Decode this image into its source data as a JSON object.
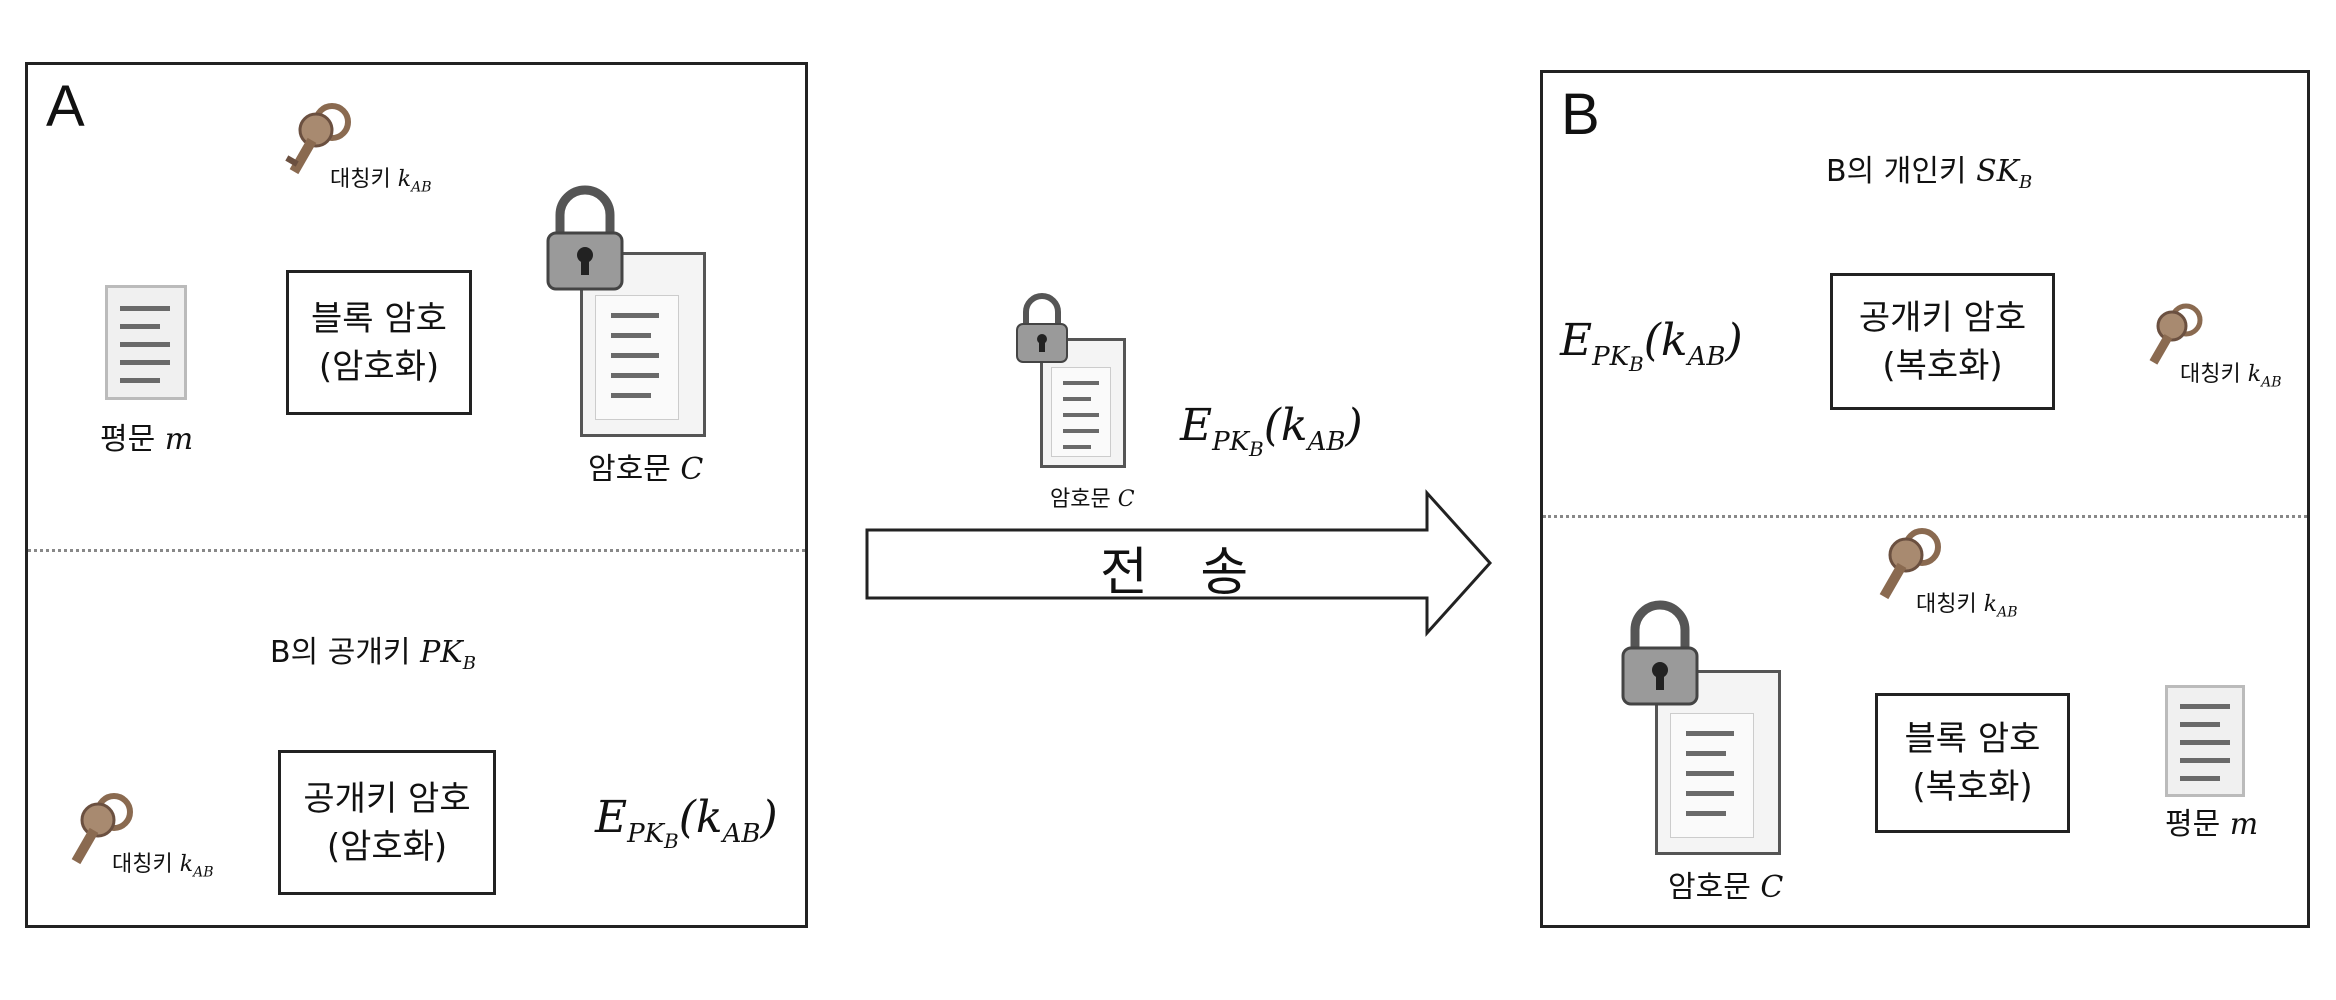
{
  "panel_a": {
    "label": "A",
    "key_sym_label": "대칭키",
    "key_sym_math": "k",
    "key_sym_sub": "AB",
    "block_box": {
      "line1": "블록 암호",
      "line2": "(암호화)"
    },
    "plaintext_label": "평문",
    "plaintext_math": "m",
    "ciphertext_label": "암호문",
    "ciphertext_math": "C",
    "pubkey_label": "B의 공개키",
    "pubkey_math": "PK",
    "pubkey_sub": "B",
    "pk_box": {
      "line1": "공개키 암호",
      "line2": "(암호화)"
    },
    "key2_label": "대칭키",
    "key2_math": "k",
    "key2_sub": "AB",
    "output": {
      "E": "E",
      "PK": "PK",
      "B": "B",
      "k": "k",
      "AB": "AB"
    }
  },
  "transfer": {
    "doc_label": "암호문",
    "doc_math": "C",
    "arrow_label": "전 송",
    "expr": {
      "E": "E",
      "PK": "PK",
      "B": "B",
      "k": "k",
      "AB": "AB"
    }
  },
  "panel_b": {
    "label": "B",
    "privkey_label": "B의 개인키",
    "privkey_math": "SK",
    "privkey_sub": "B",
    "input": {
      "E": "E",
      "PK": "PK",
      "B": "B",
      "k": "k",
      "AB": "AB"
    },
    "pk_box": {
      "line1": "공개키 암호",
      "line2": "(복호화)"
    },
    "key_out_label": "대칭키",
    "key_out_math": "k",
    "key_out_sub": "AB",
    "key_sym_label": "대칭키",
    "key_sym_math": "k",
    "key_sym_sub": "AB",
    "block_box": {
      "line1": "블록 암호",
      "line2": "(복호화)"
    },
    "ciphertext_label": "암호문",
    "ciphertext_math": "C",
    "plaintext_label": "평문",
    "plaintext_math": "m"
  }
}
